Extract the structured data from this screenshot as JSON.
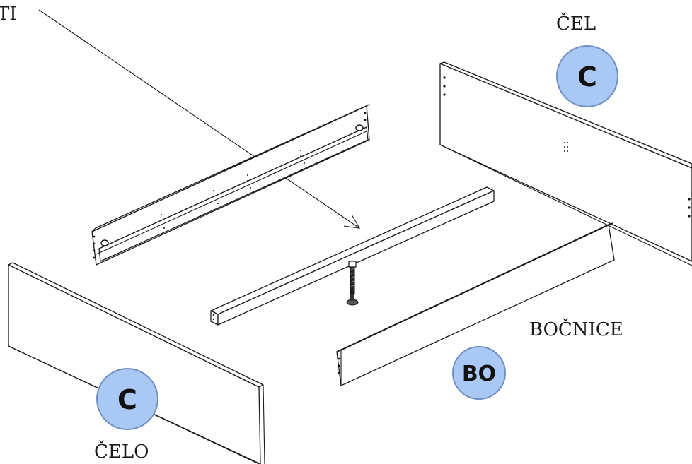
{
  "labels": {
    "top_left": "TI",
    "cel": "ČEL",
    "celo": "ČELO",
    "bocnice": "BOČNICE"
  },
  "badges": {
    "back_panel": "C",
    "front_panel": "C",
    "side_panel": "BO"
  },
  "colors": {
    "badge_fill": "#a9c8f3",
    "badge_stroke": "#6f8fc2",
    "line": "#1a1a1a"
  }
}
